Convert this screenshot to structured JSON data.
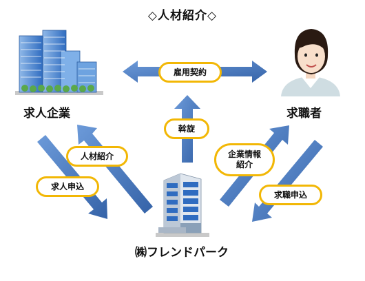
{
  "title": "◇人材紹介◇",
  "nodes": {
    "company_label": "求人企業",
    "seeker_label": "求職者",
    "agency_label": "㈱フレンドパーク"
  },
  "edges": {
    "employment_contract": "雇用契約",
    "mediation": "斡旋",
    "talent_referral": "人材紹介",
    "job_application": "求人申込",
    "company_info_line1": "企業情報",
    "company_info_line2": "紹介",
    "job_seeking_application": "求職申込"
  },
  "colors": {
    "arrow_blue": "#4a7ec9",
    "arrow_dark": "#3563a8",
    "pill_border": "#f2b705"
  }
}
